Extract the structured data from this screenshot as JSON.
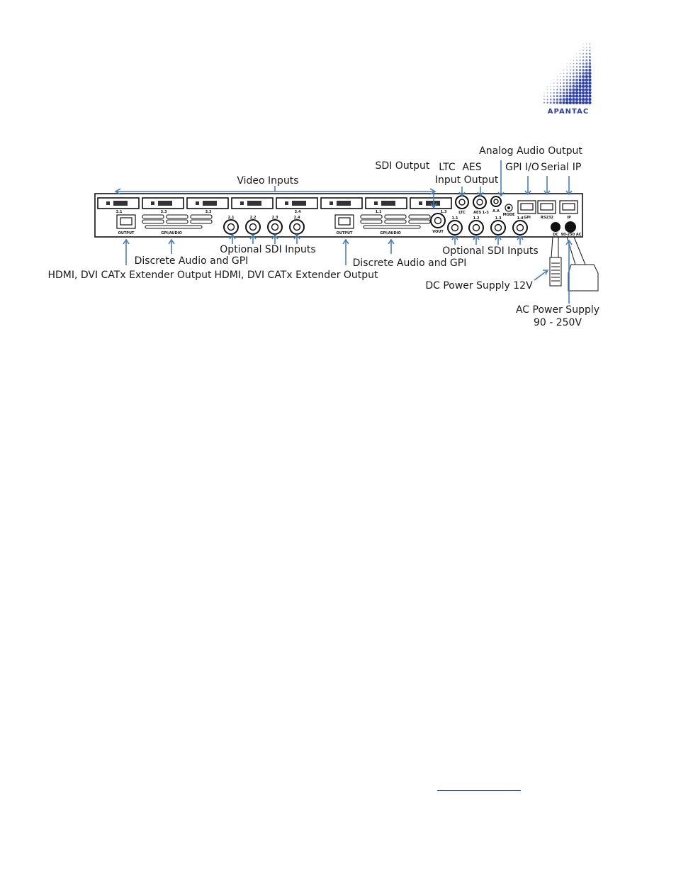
{
  "logo": {
    "text": "APANTAC",
    "color": "#2b3fb0"
  },
  "accent_color": "#4a7fc0",
  "labels": {
    "video_inputs": "Video Inputs",
    "sdi_output": "SDI Output",
    "ltc_1": "LTC",
    "ltc_2": "Input",
    "aes_1": "AES",
    "aes_2": "Output",
    "analog_audio_output": "Analog Audio Output",
    "gpi_io": "GPI I/O",
    "serial": "Serial",
    "ip": "IP",
    "discrete_audio_left": "Discrete Audio and GPI",
    "discrete_audio_right": "Discrete Audio and GPI",
    "optional_sdi_left": "Optional SDI Inputs",
    "optional_sdi_right": "Optional SDI Inputs",
    "hdmi_left": "HDMI, DVI CATx Extender Output",
    "hdmi_right": "HDMI, DVI CATx Extender Output",
    "dc_power": "DC Power Supply 12V",
    "ac_power_1": "AC Power Supply",
    "ac_power_2": "90 - 250V"
  },
  "panel_text": {
    "output_left": "OUTPUT",
    "output_right": "OUTPUT",
    "gpi_audio_left": "GPI/AUDIO",
    "gpi_audio_right": "GPI/AUDIO",
    "vout": "VOUT",
    "ltc": "LTC",
    "aes": "AES 1-3",
    "aa": "A.A",
    "mode": "MODE",
    "gpi": "GPI",
    "rs232": "RS232",
    "ip": "IP",
    "dc": "DC",
    "ac": "90-250 AC",
    "dvi_nums": [
      "3.1",
      "3.3",
      "3.3",
      "3.4",
      "1.1",
      "1.3"
    ],
    "sdi_nums_left": [
      "2.1",
      "2.2",
      "2.3",
      "2.4"
    ],
    "sdi_nums_right": [
      "1.1",
      "1.2",
      "1.3",
      "1.4"
    ]
  }
}
